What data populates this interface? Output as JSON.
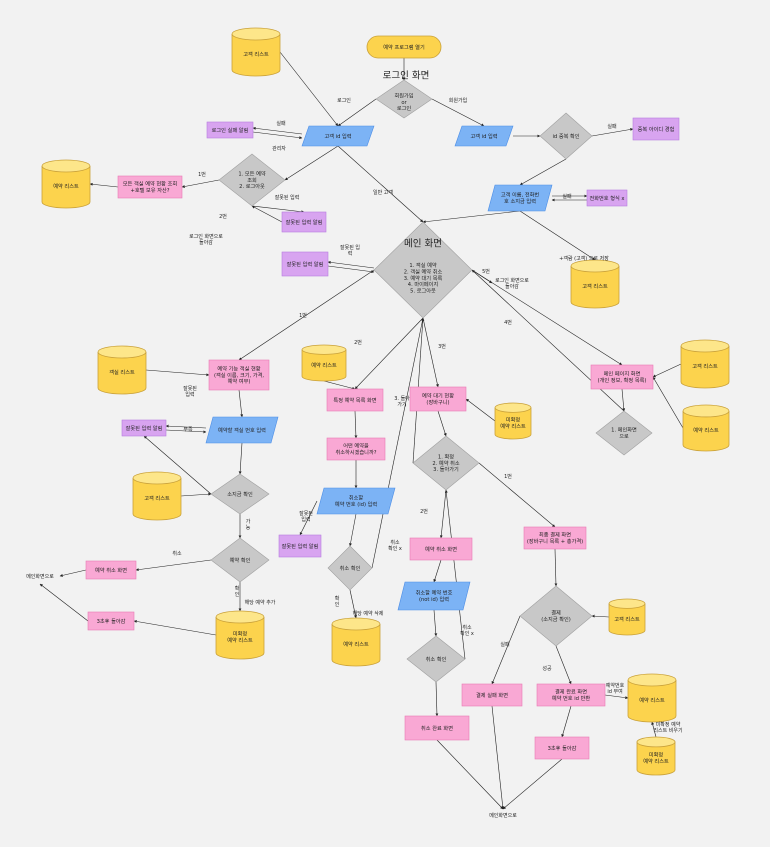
{
  "colors": {
    "background": "#f2f2f2",
    "terminal": "#fcd34d",
    "database": "#fcd34d",
    "process": "#f9a8d4",
    "process_stroke": "#e879b4",
    "error": "#d8a4f0",
    "error_stroke": "#b77de0",
    "io": "#7cb3f5",
    "io_stroke": "#4d8ee6",
    "decision": "#c8c8c8",
    "decision_stroke": "#a0a0a0",
    "edge": "#222222"
  },
  "nodes": [
    {
      "id": "start",
      "kind": "terminal",
      "lines": [
        "예약 프로그램 열기"
      ]
    },
    {
      "id": "login_title",
      "kind": "title",
      "lines": [
        "로그인 화면"
      ]
    },
    {
      "id": "login_dec",
      "kind": "decision",
      "lines": [
        "회원가입",
        "or",
        "로그인"
      ]
    },
    {
      "id": "db_customer_top",
      "kind": "database",
      "lines": [
        "고객 리스트"
      ]
    },
    {
      "id": "login_fail",
      "kind": "error",
      "lines": [
        "로그인 실패 알림"
      ]
    },
    {
      "id": "login_id",
      "kind": "io",
      "lines": [
        "고객 id 입력"
      ]
    },
    {
      "id": "join_id",
      "kind": "io",
      "lines": [
        "고객 id 입력"
      ]
    },
    {
      "id": "dup_check",
      "kind": "decision",
      "lines": [
        "id 중복 확인"
      ]
    },
    {
      "id": "dup_alert",
      "kind": "error",
      "lines": [
        "중복 아이디 경험"
      ]
    },
    {
      "id": "cust_info",
      "kind": "io",
      "lines": [
        "고객 이름, 전화번",
        "호 소지금 입력"
      ]
    },
    {
      "id": "phone_err",
      "kind": "error",
      "lines": [
        "전화번호 형식 x"
      ]
    },
    {
      "id": "db_customer_right",
      "kind": "database",
      "lines": [
        "고객 리스트"
      ]
    },
    {
      "id": "db_reserve_left",
      "kind": "database",
      "lines": [
        "예약 리스트"
      ]
    },
    {
      "id": "all_status",
      "kind": "process",
      "lines": [
        "모든 객실 예약 현황 조회",
        "+호텔 보유 자산?"
      ]
    },
    {
      "id": "admin_dec",
      "kind": "decision",
      "lines": [
        "1. 모든 예약",
        "조회",
        "2. 로그아웃"
      ]
    },
    {
      "id": "wrong_input_alert1",
      "kind": "error",
      "lines": [
        "잘못된 입력 알림"
      ]
    },
    {
      "id": "main_dec",
      "kind": "decision",
      "lines": [
        "1. 객실 예약",
        "2. 객실 예약 취소",
        "3. 예약 대기 목록",
        "4. 마이페이지",
        "5. 로그아웃"
      ]
    },
    {
      "id": "main_title",
      "kind": "title",
      "lines": [
        "메인 화면"
      ]
    },
    {
      "id": "wrong_input_alert2",
      "kind": "error",
      "lines": [
        "잘못된 입력 알림"
      ]
    },
    {
      "id": "db_room",
      "kind": "database",
      "lines": [
        "객실 리스트"
      ]
    },
    {
      "id": "reserve_func",
      "kind": "process",
      "lines": [
        "예약 기능 객실 현황",
        "(객실 이름, 크기, 가격,",
        "예약 여부)"
      ]
    },
    {
      "id": "room_num_input",
      "kind": "io",
      "lines": [
        "예약할 객실 번호 입력"
      ]
    },
    {
      "id": "wrong_input_alert3",
      "kind": "error",
      "lines": [
        "잘못된 입력 알림"
      ]
    },
    {
      "id": "db_customer_mid",
      "kind": "database",
      "lines": [
        "고객 리스트"
      ]
    },
    {
      "id": "money_check",
      "kind": "decision",
      "lines": [
        "소지금 확인"
      ]
    },
    {
      "id": "reserve_confirm",
      "kind": "decision",
      "lines": [
        "예약 확인"
      ]
    },
    {
      "id": "cancel_screen",
      "kind": "process",
      "lines": [
        "예약 취소 화면"
      ]
    },
    {
      "id": "back_3s_left",
      "kind": "process",
      "lines": [
        "3초후 돌아감"
      ]
    },
    {
      "id": "db_unconfirmed_left",
      "kind": "database",
      "lines": [
        "미확정",
        "예약 리스트"
      ]
    },
    {
      "id": "db_reserve_mid",
      "kind": "database",
      "lines": [
        "예약 리스트"
      ]
    },
    {
      "id": "specific_list",
      "kind": "process",
      "lines": [
        "특정 예약 목록 화면"
      ]
    },
    {
      "id": "which_cancel",
      "kind": "process",
      "lines": [
        "어떤 예약을",
        "취소하시겠습니까?"
      ]
    },
    {
      "id": "cancel_id_input",
      "kind": "io",
      "lines": [
        "취소할",
        "예약 번호 (id) 입력"
      ]
    },
    {
      "id": "wrong_input_alert4",
      "kind": "error",
      "lines": [
        "잘못된 입력 알림"
      ]
    },
    {
      "id": "cancel_check",
      "kind": "decision",
      "lines": [
        "취소 확인"
      ]
    },
    {
      "id": "db_reserve_bottom",
      "kind": "database",
      "lines": [
        "예약 리스트"
      ]
    },
    {
      "id": "waitlist",
      "kind": "process",
      "lines": [
        "예약 대기 현황",
        "(장바구니)"
      ]
    },
    {
      "id": "db_unconfirmed_mid",
      "kind": "database",
      "lines": [
        "미확정",
        "예약 리스트"
      ]
    },
    {
      "id": "wait_dec",
      "kind": "decision",
      "lines": [
        "1. 확정",
        "2. 예약 취소",
        "3. 돌아가기"
      ]
    },
    {
      "id": "cancel_screen2",
      "kind": "process",
      "lines": [
        "예약 취소 화면"
      ]
    },
    {
      "id": "cancel_num_input",
      "kind": "io",
      "lines": [
        "취소할 예약 번호",
        "(not id) 입력"
      ]
    },
    {
      "id": "cancel_check2",
      "kind": "decision",
      "lines": [
        "취소 확인"
      ]
    },
    {
      "id": "cancel_done",
      "kind": "process",
      "lines": [
        "취소 완료 화면"
      ]
    },
    {
      "id": "final_pay",
      "kind": "process",
      "lines": [
        "최종 결제 화면",
        "(장바구니 목록 + 총가격)"
      ]
    },
    {
      "id": "pay_dec",
      "kind": "decision",
      "lines": [
        "결제",
        "(소지금 확인)"
      ]
    },
    {
      "id": "db_customer_pay",
      "kind": "database",
      "lines": [
        "고객 리스트"
      ]
    },
    {
      "id": "pay_fail",
      "kind": "process",
      "lines": [
        "결제 실패 화면"
      ]
    },
    {
      "id": "pay_done",
      "kind": "process",
      "lines": [
        "결제 완료 화면",
        "예약 번호 id 반환"
      ]
    },
    {
      "id": "db_reserve_pay",
      "kind": "database",
      "lines": [
        "예약 리스트"
      ]
    },
    {
      "id": "back_3s_right",
      "kind": "process",
      "lines": [
        "3초후 돌아감"
      ]
    },
    {
      "id": "db_unconfirmed_right",
      "kind": "database",
      "lines": [
        "미확정",
        "예약 리스트"
      ]
    },
    {
      "id": "mypage",
      "kind": "process",
      "lines": [
        "메인 페이지 화면",
        "(개인 정보, 확정 목록)"
      ]
    },
    {
      "id": "db_customer_mypage",
      "kind": "database",
      "lines": [
        "고객 리스트"
      ]
    },
    {
      "id": "db_reserve_mypage",
      "kind": "database",
      "lines": [
        "예약 리스트"
      ]
    },
    {
      "id": "mypage_dec",
      "kind": "decision",
      "lines": [
        "1. 메인화면",
        "으로"
      ]
    }
  ],
  "labels": [
    {
      "id": "l_login",
      "lines": [
        "로그인"
      ]
    },
    {
      "id": "l_join",
      "lines": [
        "회원가입"
      ]
    },
    {
      "id": "l_fail",
      "lines": [
        "실패"
      ]
    },
    {
      "id": "l_admin",
      "lines": [
        "관리자"
      ]
    },
    {
      "id": "l_general",
      "lines": [
        "일반 고객"
      ]
    },
    {
      "id": "l_fail2",
      "lines": [
        "실패"
      ]
    },
    {
      "id": "l_fail3",
      "lines": [
        "실패"
      ]
    },
    {
      "id": "l_save_cust",
      "lines": [
        "+객람 (고객) 으로 저장"
      ]
    },
    {
      "id": "l_1_admin",
      "lines": [
        "1번"
      ]
    },
    {
      "id": "l_2_admin",
      "lines": [
        "2번"
      ]
    },
    {
      "id": "l_wrong1",
      "lines": [
        "잘못된 입력"
      ]
    },
    {
      "id": "l_back_login",
      "lines": [
        "로그인 화면으로",
        "돌아감"
      ]
    },
    {
      "id": "l_wrong_main",
      "lines": [
        "잘못된 입",
        "력"
      ]
    },
    {
      "id": "l_5",
      "lines": [
        "5번"
      ]
    },
    {
      "id": "l_to_login",
      "lines": [
        "로그인 화면으로",
        "돌아감"
      ]
    },
    {
      "id": "l_1",
      "lines": [
        "1번"
      ]
    },
    {
      "id": "l_2",
      "lines": [
        "2번"
      ]
    },
    {
      "id": "l_3",
      "lines": [
        "3번"
      ]
    },
    {
      "id": "l_4",
      "lines": [
        "4번"
      ]
    },
    {
      "id": "l_wrong_room",
      "lines": [
        "잘못된",
        "입력"
      ]
    },
    {
      "id": "l_short",
      "lines": [
        "부족"
      ]
    },
    {
      "id": "l_ok",
      "lines": [
        "가",
        "능"
      ]
    },
    {
      "id": "l_cancel",
      "lines": [
        "취소"
      ]
    },
    {
      "id": "l_confirm",
      "lines": [
        "확",
        "인"
      ]
    },
    {
      "id": "l_add_unconf",
      "lines": [
        "해당 예약 추가"
      ]
    },
    {
      "id": "l_to_main_left",
      "lines": [
        "메인화면으로"
      ]
    },
    {
      "id": "l_wrong_cancel",
      "lines": [
        "잘못된",
        "입력"
      ]
    },
    {
      "id": "l_cancel_x",
      "lines": [
        "취소",
        "확인 x"
      ]
    },
    {
      "id": "l_confirm2",
      "lines": [
        "확",
        "인"
      ]
    },
    {
      "id": "l_del",
      "lines": [
        "해당 예약 삭제"
      ]
    },
    {
      "id": "l_back3",
      "lines": [
        "3. 돌아",
        "가기"
      ]
    },
    {
      "id": "l_w2",
      "lines": [
        "2번"
      ]
    },
    {
      "id": "l_w1",
      "lines": [
        "1번"
      ]
    },
    {
      "id": "l_cancel_x2",
      "lines": [
        "취소",
        "확인 x"
      ]
    },
    {
      "id": "l_fail_pay",
      "lines": [
        "실패"
      ]
    },
    {
      "id": "l_ok_pay",
      "lines": [
        "성공"
      ]
    },
    {
      "id": "l_resv_id",
      "lines": [
        "예약번호",
        "id 부여"
      ]
    },
    {
      "id": "l_empty_unconf",
      "lines": [
        "미확정 예약",
        "리스트 비우기"
      ]
    },
    {
      "id": "l_to_main_bottom",
      "lines": [
        "메인화면으로"
      ]
    }
  ]
}
